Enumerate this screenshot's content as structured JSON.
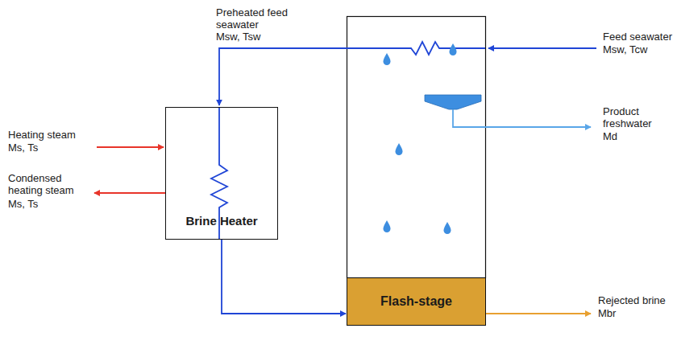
{
  "diagram": {
    "nodes": [
      {
        "text": [
          "Brine Heater"
        ]
      },
      {
        "text": [
          "Flash-stage"
        ]
      }
    ],
    "edges": [
      {
        "from": 0,
        "to": 1,
        "arrow": "to"
      }
    ],
    "labels": [
      "Preheated feed seawater",
      "Msw, Tsw",
      "Feed seawater",
      "Msw, Tcw",
      "Heating steam",
      "Ms, Ts",
      "Condensed heating steam",
      "Ms, Ts",
      "Product freshwater",
      "Md",
      "Rejected brine",
      "Mbr"
    ]
  }
}
